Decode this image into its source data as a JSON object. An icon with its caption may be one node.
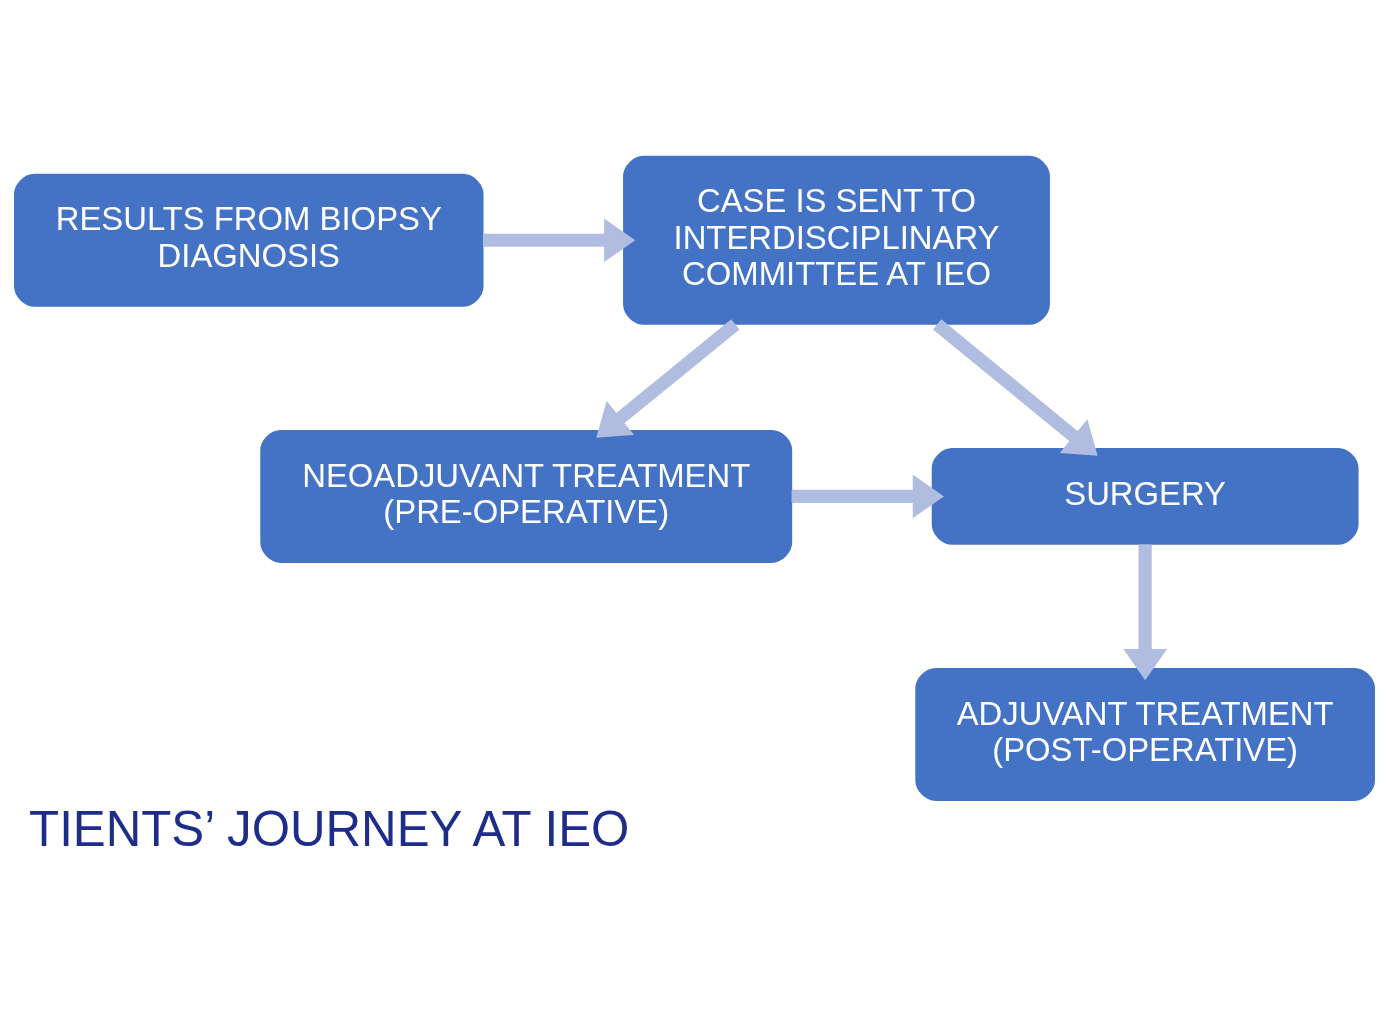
{
  "diagram": {
    "title": "TIENTS’ JOURNEY AT IEO",
    "nodes": [
      {
        "text": [
          "RESULTS FROM BIOPSY DIAGNOSIS"
        ]
      },
      {
        "text": [
          "CASE IS SENT TO INTERDISCIPLINARY COMMITTEE AT IEO"
        ]
      },
      {
        "text": [
          "NEOADJUVANT TREATMENT (PRE-OPERATIVE)"
        ]
      },
      {
        "text": [
          "SURGERY"
        ]
      },
      {
        "text": [
          "ADJUVANT TREATMENT (POST-OPERATIVE)"
        ]
      }
    ],
    "edges": [
      {
        "from": 0,
        "to": 1,
        "arrow": "to"
      },
      {
        "from": 1,
        "to": 2,
        "arrow": "to"
      },
      {
        "from": 1,
        "to": 3,
        "arrow": "to"
      },
      {
        "from": 2,
        "to": 3,
        "arrow": "to"
      },
      {
        "from": 3,
        "to": 4,
        "arrow": "to"
      }
    ]
  }
}
